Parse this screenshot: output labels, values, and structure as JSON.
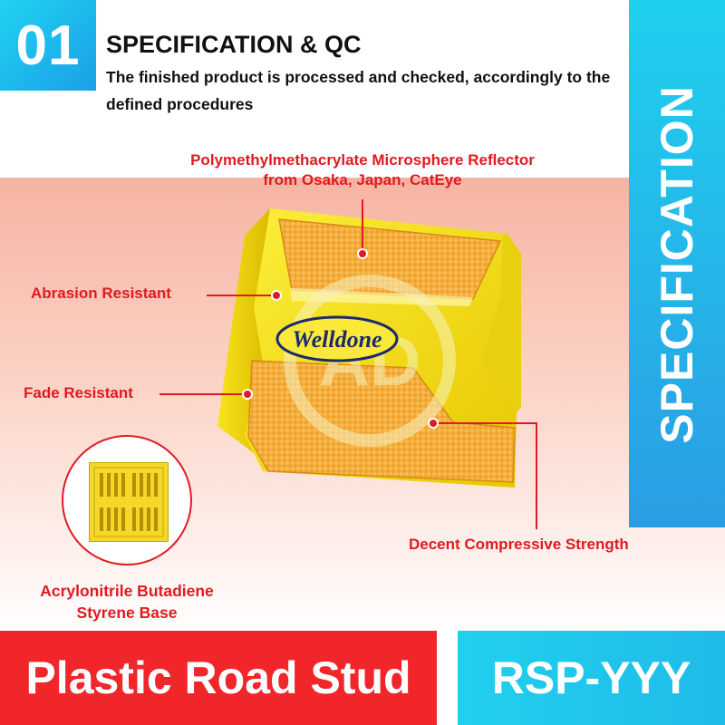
{
  "header": {
    "number": "01",
    "title": "SPECIFICATION & QC",
    "subtitle": "The finished product is processed and checked, accordingly to the defined procedures"
  },
  "side_banner": {
    "text": "SPECIFICATION"
  },
  "product": {
    "brand_logo": "Welldone",
    "watermark_logo": "AD"
  },
  "callouts": {
    "reflector_line1": "Polymethylmethacrylate Microsphere Reflector",
    "reflector_line2": "from Osaka, Japan, CatEye",
    "abrasion": "Abrasion Resistant",
    "fade": "Fade Resistant",
    "compressive": "Decent Compressive Strength",
    "base_line1": "Acrylonitrile Butadiene",
    "base_line2": "Styrene Base"
  },
  "footer": {
    "product_name": "Plastic Road Stud",
    "model": "RSP-YYY"
  },
  "colors": {
    "accent_blue": "#1fb8ea",
    "accent_red": "#f0262a",
    "callout_red": "#e01a22",
    "stud_yellow": "#f6e10a",
    "reflector_amber": "#f3a12a"
  }
}
